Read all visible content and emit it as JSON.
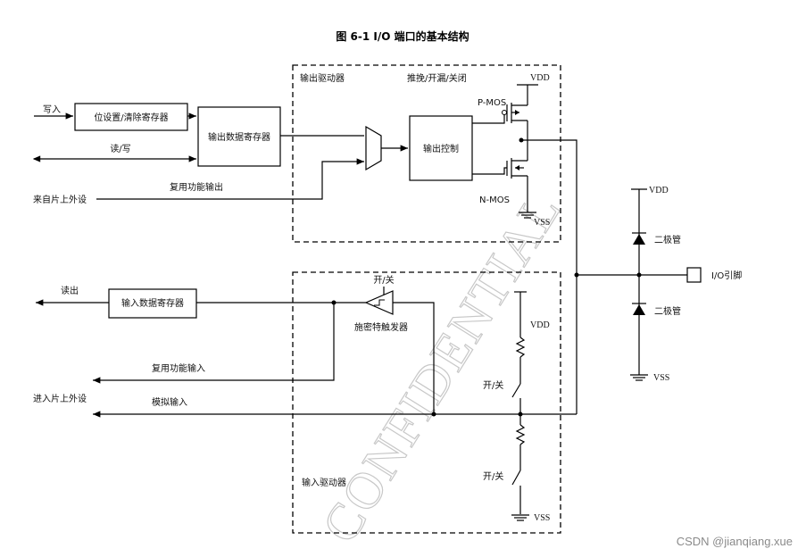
{
  "title": "图 6-1 I/O 端口的基本结构",
  "watermark": "CONFIDENTIAL",
  "credit": "CSDN @jianqiang.xue",
  "output_driver": {
    "label": "输出驱动器",
    "mode_label": "推挽/开漏/关闭",
    "pmos": "P-MOS",
    "nmos": "N-MOS",
    "vdd": "VDD",
    "vss": "VSS",
    "output_control": "输出控制"
  },
  "input_driver": {
    "label": "输入驱动器",
    "schmitt_label": "施密特触发器",
    "schmitt_switch": "开/关",
    "vdd": "VDD",
    "vss": "VSS",
    "pullup_switch": "开/关",
    "pulldown_switch": "开/关"
  },
  "left": {
    "write": "写入",
    "set_reset_reg": "位设置/清除寄存器",
    "rw": "读/写",
    "out_data_reg": "输出数据寄存器",
    "alt_out": "复用功能输出",
    "from_periph": "来自片上外设",
    "read_out": "读出",
    "in_data_reg": "输入数据寄存器",
    "alt_in": "复用功能输入",
    "to_periph": "进入片上外设",
    "analog_in": "模拟输入"
  },
  "protection": {
    "vdd": "VDD",
    "vss": "VSS",
    "diode_top": "二极管",
    "diode_bottom": "二极管",
    "pin": "I/O引脚"
  }
}
